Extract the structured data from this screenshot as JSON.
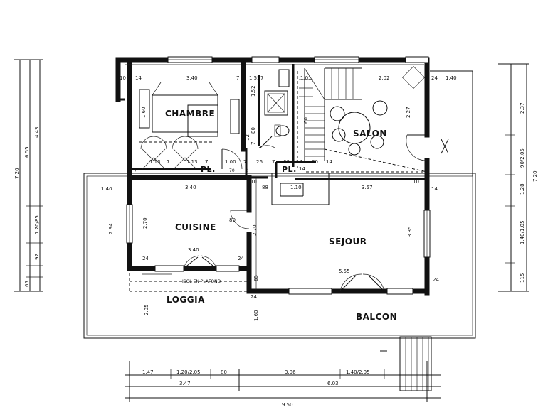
{
  "rooms": {
    "chambre": "CHAMBRE",
    "salon": "SALON",
    "cuisine": "CUISINE",
    "sejour": "SEJOUR",
    "loggia": "LOGGIA",
    "balcon": "BALCON",
    "pl_left": "PL.",
    "pl_right": "PL.",
    "isol": "ISOL EN PLAFOND"
  },
  "dims": {
    "top_10": "10",
    "top_14": "14",
    "top_340": "3.40",
    "top_7a": "7",
    "top_155": "1.55",
    "top_7b": "7",
    "top_101": "1.01",
    "top_202": "2.02",
    "top_24": "24",
    "top_140": "1.40",
    "ch_160": "1.60",
    "v_152": "1.52",
    "v_80": "80",
    "v_12": "12",
    "v_7": "7",
    "v_60": "60",
    "salon_227": "2.27",
    "w_113a": "1.13",
    "w_7a": "7",
    "w_113b": "1.13",
    "w_7b": "7",
    "w_100": "1.00",
    "w_7c": "7",
    "w_26": "26",
    "w_7d": "7",
    "w_60": "60",
    "w_14a": "14",
    "w_60b": "60",
    "w_14b": "14",
    "w_14c": "14",
    "w_70": "70",
    "w_7e": "7",
    "w_10": "10",
    "w_2": "2",
    "m_140": "1.40",
    "m_340": "3.40",
    "m_88": "88",
    "m_110": "1.10",
    "m_357": "3.57",
    "m_10a": "10",
    "m_14": "14",
    "m_10b": "10",
    "l_294": "2.94",
    "l_270": "2.70",
    "cu_80": "80",
    "cu_270": "2.70",
    "sej_335": "3.35",
    "cu_24": "24",
    "cu_340": "3.40",
    "cu_24b": "24",
    "sej_65": "65",
    "sej_555": "5.55",
    "sej_24a": "24",
    "sej_24b": "24",
    "low_205": "2.05",
    "low_160": "1.60",
    "b_147": "1.47",
    "b_120_205": "1.20/2.05",
    "b_80": "80",
    "b_306": "3.06",
    "b_140_205": "1.40/2.05",
    "b_347": "3.47",
    "b_603": "6.03",
    "b_950": "9.50",
    "left_720": "7.20",
    "left_655": "6.55",
    "left_443": "4.43",
    "left_120_85": "1.20/85",
    "left_92": "92",
    "left_65": "65",
    "right_237": "2.37",
    "right_90_205": "90/2.05",
    "right_720": "7.20",
    "right_128": "1.28",
    "right_140_105": "1.40/1.05",
    "right_115": "115"
  }
}
